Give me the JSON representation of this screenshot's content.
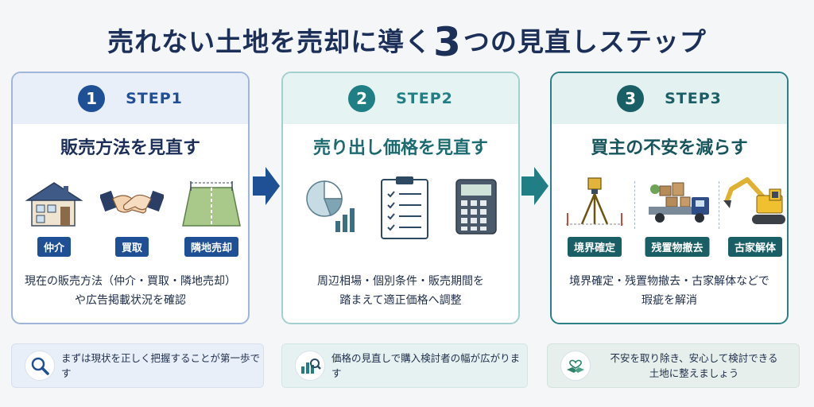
{
  "title": {
    "before": "売れない土地を売却に導く",
    "number": "3",
    "after": "つの見直しステップ"
  },
  "colors": {
    "navy": "#1f4f95",
    "teal": "#1f7f85",
    "dark_teal": "#1b5f66"
  },
  "steps": [
    {
      "number": "1",
      "label": "STEP1",
      "title": "販売方法を見直す",
      "icons": [
        {
          "icon": "house-icon",
          "tag": "仲介"
        },
        {
          "icon": "handshake-icon",
          "tag": "買取"
        },
        {
          "icon": "neighbor-lot-icon",
          "tag": "隣地売却"
        }
      ],
      "desc": [
        "現在の販売方法（仲介・買取・隣地売却）",
        "や広告掲載状況を確認"
      ]
    },
    {
      "number": "2",
      "label": "STEP2",
      "title": "売り出し価格を見直す",
      "icons": [
        {
          "icon": "pie-chart-icon"
        },
        {
          "icon": "clipboard-checklist-icon"
        },
        {
          "icon": "calculator-icon"
        }
      ],
      "desc": [
        "周辺相場・個別条件・販売期間を",
        "踏まえて適正価格へ調整"
      ]
    },
    {
      "number": "3",
      "label": "STEP3",
      "title": "買主の不安を減らす",
      "icons": [
        {
          "icon": "survey-tripod-icon",
          "tag": "境界確定"
        },
        {
          "icon": "removal-truck-icon",
          "tag": "残置物撤去"
        },
        {
          "icon": "excavator-icon",
          "tag": "古家解体"
        }
      ],
      "desc": [
        "境界確定・残置物撤去・古家解体などで",
        "瑕疵を解消"
      ]
    }
  ],
  "notes": [
    {
      "icon": "magnifier-icon",
      "lines": [
        "まずは現状を正しく把握することが第一歩です"
      ]
    },
    {
      "icon": "price-chart-magnifier-icon",
      "lines": [
        "価格の見直しで購入検討者の幅が広がります"
      ]
    },
    {
      "icon": "heart-handshake-icon",
      "lines": [
        "不安を取り除き、安心して検討できる",
        "土地に整えましょう"
      ]
    }
  ]
}
